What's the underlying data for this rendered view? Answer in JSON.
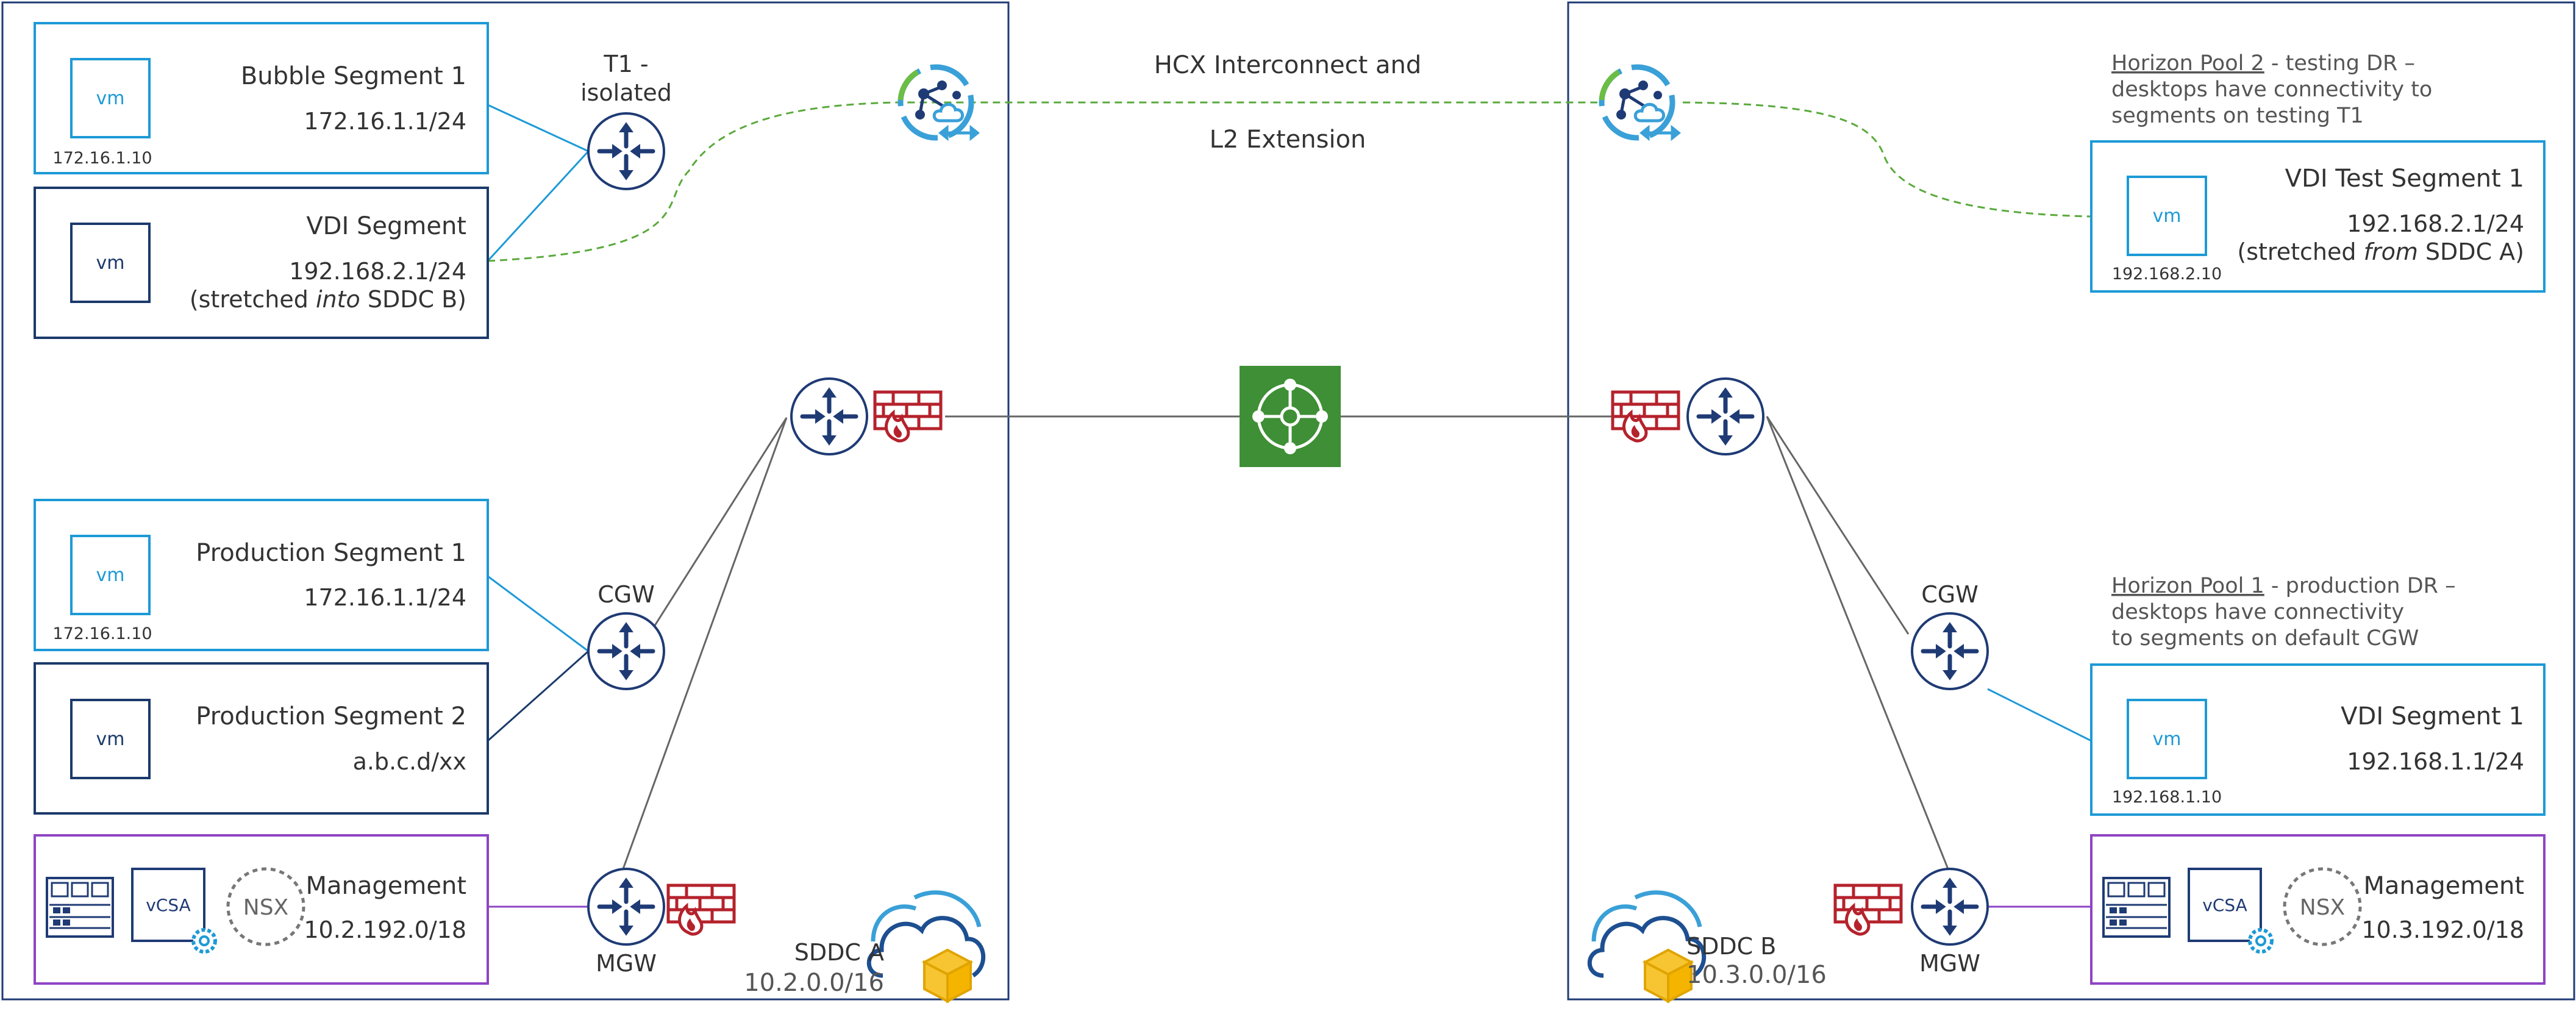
{
  "sddc_a": {
    "name": "SDDC A",
    "cidr": "10.2.0.0/16",
    "t1_label_line1": "T1 -",
    "t1_label_line2": "isolated",
    "cgw_label": "CGW",
    "mgw_label": "MGW",
    "segments": {
      "bubble": {
        "title": "Bubble Segment 1",
        "cidr": "172.16.1.1/24",
        "vm_ip": "172.16.1.10"
      },
      "vdi": {
        "title": "VDI Segment",
        "cidr": "192.168.2.1/24",
        "note_pre": "(stretched ",
        "note_em": "into",
        "note_post": " SDDC B)"
      },
      "prod1": {
        "title": "Production Segment 1",
        "cidr": "172.16.1.1/24",
        "vm_ip": "172.16.1.10"
      },
      "prod2": {
        "title": "Production Segment 2",
        "cidr": "a.b.c.d/xx"
      },
      "mgmt": {
        "title": "Management",
        "cidr": "10.2.192.0/18"
      }
    }
  },
  "sddc_b": {
    "name": "SDDC B",
    "cidr": "10.3.0.0/16",
    "cgw_label": "CGW",
    "mgw_label": "MGW",
    "segments": {
      "vdi_test": {
        "title": "VDI Test Segment 1",
        "cidr": "192.168.2.1/24",
        "note_pre": "(stretched ",
        "note_em": "from",
        "note_post": " SDDC A)",
        "vm_ip": "192.168.2.10"
      },
      "vdi": {
        "title": "VDI Segment 1",
        "cidr": "192.168.1.1/24",
        "vm_ip": "192.168.1.10"
      },
      "mgmt": {
        "title": "Management",
        "cidr": "10.3.192.0/18"
      }
    },
    "pool2_note": {
      "link": "Horizon Pool 2",
      "line1_rest": " - testing DR –",
      "line2": "desktops have connectivity to",
      "line3": "segments on testing T1"
    },
    "pool1_note": {
      "link": "Horizon Pool 1",
      "line1_rest": " - production DR –",
      "line2": "desktops have connectivity",
      "line3": "to segments on default CGW"
    }
  },
  "hcx": {
    "line1": "HCX Interconnect and",
    "line2": "L2 Extension"
  },
  "vm_label": "vm",
  "vcsa_label": "vCSA",
  "nsx_label": "NSX",
  "colors": {
    "segment_blue": "#1d9ad6",
    "segment_navy": "#1b3a6b",
    "management_purple": "#8e44c4",
    "router_navy": "#1f3b75",
    "firewall_red": "#b5222c",
    "hcx_link_green": "#5aaa3c",
    "tgw_green": "#3e8f35"
  }
}
